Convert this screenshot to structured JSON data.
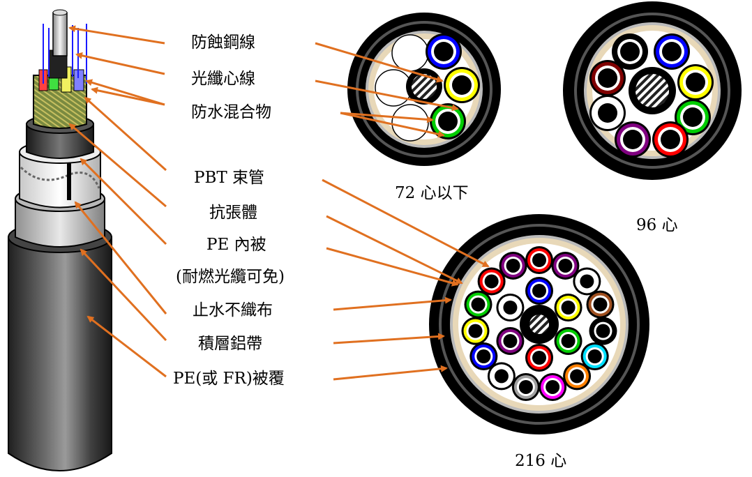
{
  "labels": {
    "steel_wire": "防蝕鋼線",
    "fiber_core": "光纖心線",
    "water_compound": "防水混合物",
    "pbt_tube": "PBT 束管",
    "strength_member": "抗張體",
    "pe_inner": "PE 內被",
    "pe_inner_note": "(耐燃光纜可免)",
    "water_block_tape": "止水不織布",
    "aluminum_tape": "積層鋁帶",
    "outer_sheath": "PE(或 FR)被覆"
  },
  "captions": {
    "cable_72": "72 心以下",
    "cable_96": "96 心",
    "cable_216": "216 心"
  },
  "colors": {
    "arrow": "#e07020",
    "blue_wire": "#1a1aff",
    "tube_colors": [
      "#0000ff",
      "#ffff00",
      "#00cc00",
      "#800000",
      "#ffffff",
      "#800080",
      "#ff0000",
      "#000000",
      "#a0a0a0",
      "#ff00ff",
      "#ff8000",
      "#00e0ff",
      "#a05020"
    ]
  }
}
